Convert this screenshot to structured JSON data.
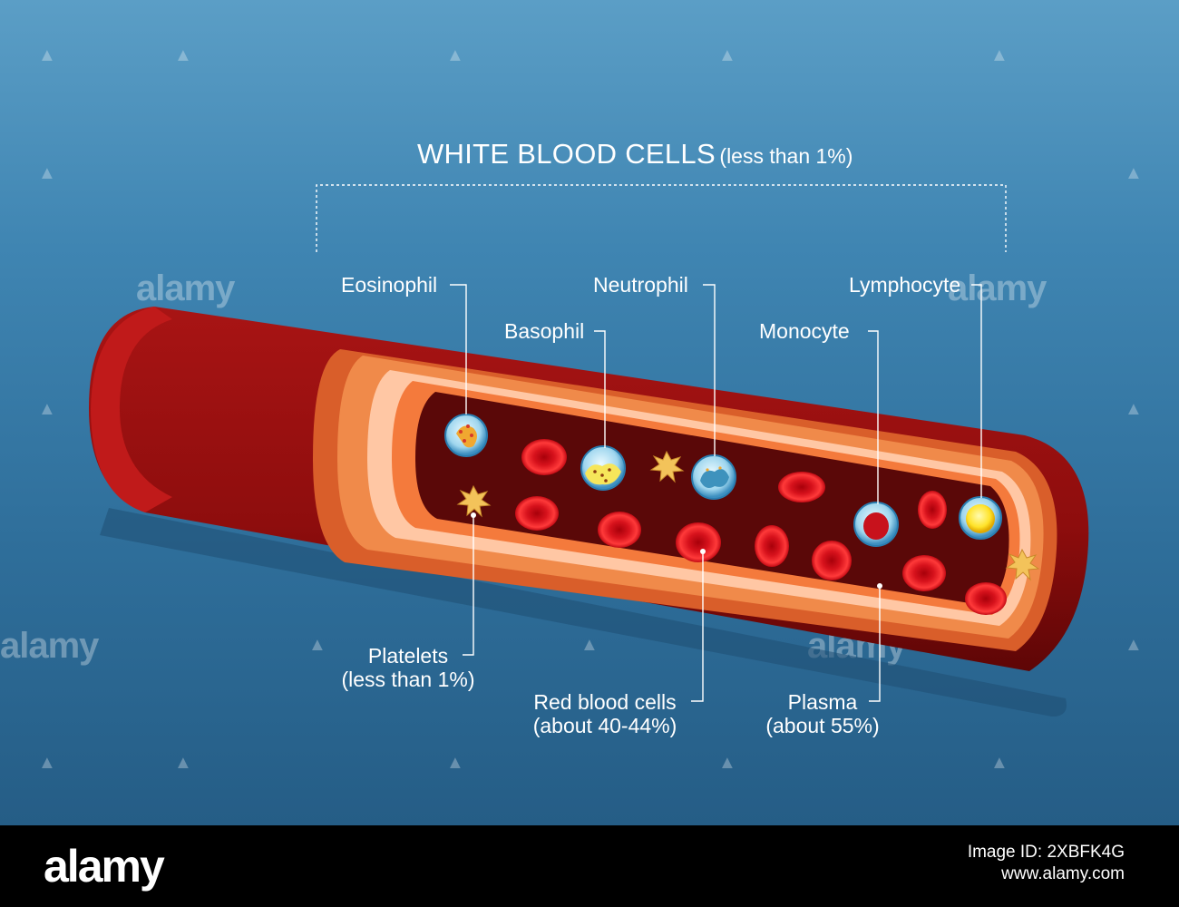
{
  "title": {
    "main": "WHITE BLOOD CELLS",
    "note": "(less than 1%)"
  },
  "labels": {
    "eosinophil": "Eosinophil",
    "basophil": "Basophil",
    "neutrophil": "Neutrophil",
    "monocyte": "Monocyte",
    "lymphocyte": "Lymphocyte",
    "platelets": "Platelets",
    "platelets_pct": "(less than 1%)",
    "rbc": "Red blood cells",
    "rbc_pct": "(about 40-44%)",
    "plasma": "Plasma",
    "plasma_pct": "(about 55%)"
  },
  "watermark": "alamy",
  "footer": {
    "brand": "alamy",
    "image_id": "Image ID: 2XBFK4G",
    "site": "www.alamy.com"
  },
  "colors": {
    "background": "#3f85b2",
    "vessel": "#9a0f0f",
    "rbc": "#e0141e",
    "platelet": "#f3c35a",
    "leader": "#ffffff"
  }
}
